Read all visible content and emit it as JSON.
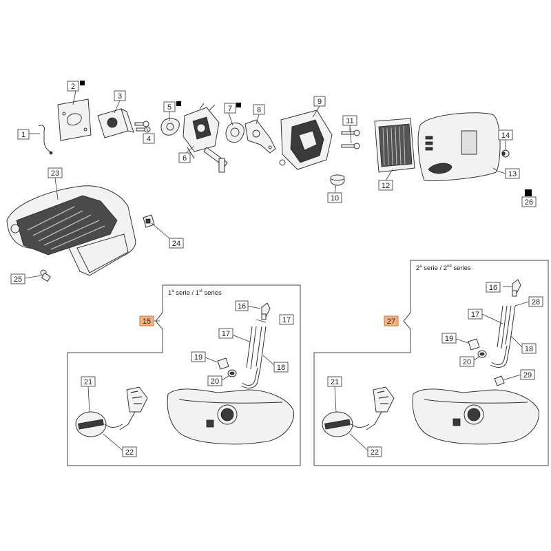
{
  "callouts": {
    "c1": "1",
    "c2": "2",
    "c3": "3",
    "c4": "4",
    "c5": "5",
    "c6": "6",
    "c7": "7",
    "c8": "8",
    "c9": "9",
    "c10": "10",
    "c11": "11",
    "c12": "12",
    "c13": "13",
    "c14": "14",
    "c23": "23",
    "c24": "24",
    "c25": "25",
    "c26": "26",
    "s1_15": "15",
    "s1_16": "16",
    "s1_17a": "17",
    "s1_17b": "17",
    "s1_18": "18",
    "s1_19": "19",
    "s1_20": "20",
    "s1_21": "21",
    "s1_22": "22",
    "s2_27": "27",
    "s2_16": "16",
    "s2_28": "28",
    "s2_17": "17",
    "s2_18": "18",
    "s2_19": "19",
    "s2_20": "20",
    "s2_29": "29",
    "s2_21": "21",
    "s2_22": "22"
  },
  "series1": {
    "prefix": "1",
    "sup1": "a",
    "mid": " serie / 1",
    "sup2": "st",
    "suffix": " series"
  },
  "series2": {
    "prefix": "2",
    "sup1": "a",
    "mid": " serie / 2",
    "sup2": "nd",
    "suffix": " series"
  },
  "colors": {
    "highlight": "#f6b27e",
    "marker": "#000000"
  }
}
